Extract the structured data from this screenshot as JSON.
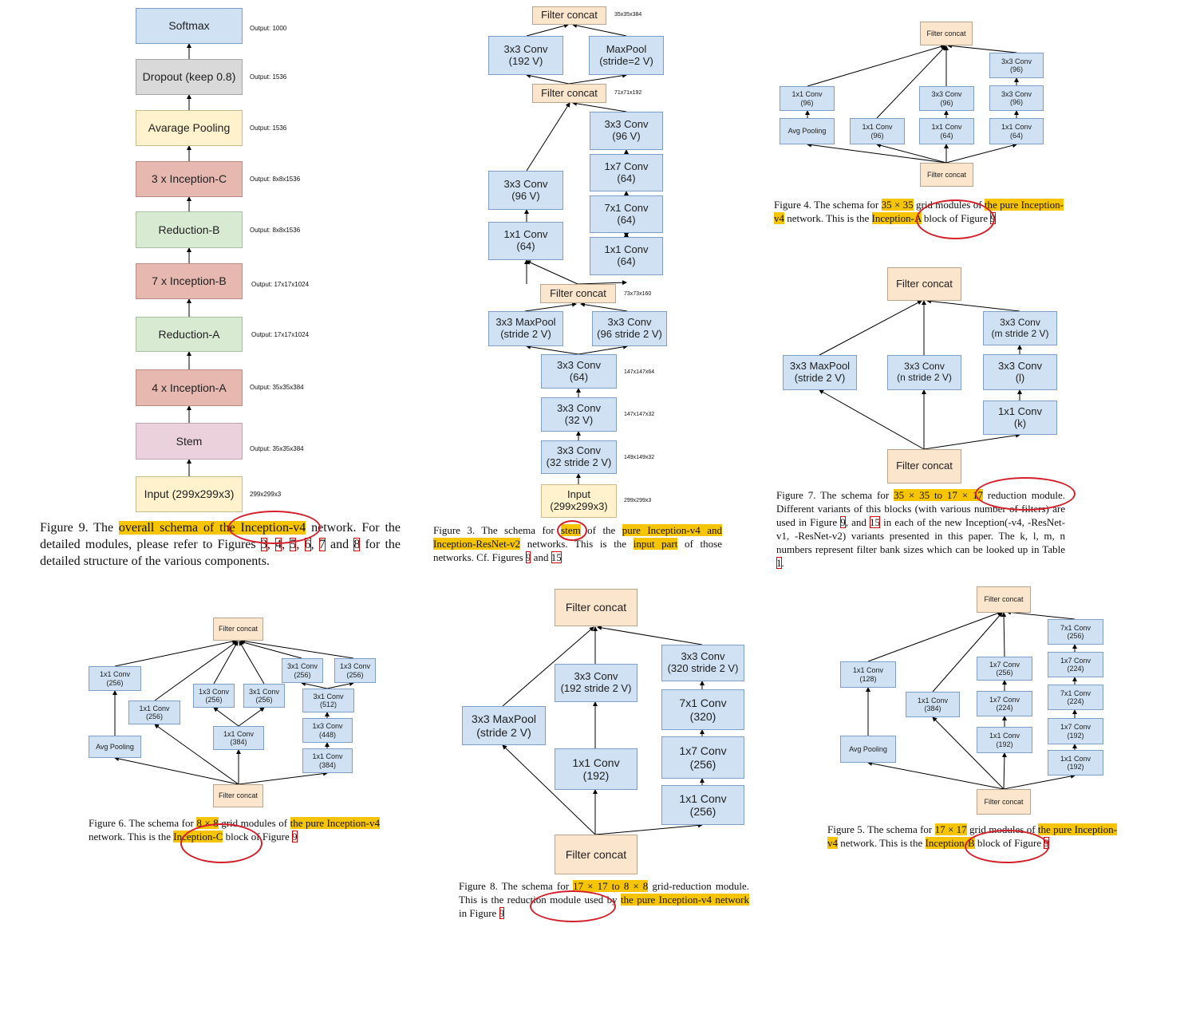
{
  "fig9": {
    "softmax": "Softmax",
    "dropout": "Dropout (keep 0.8)",
    "avgpool": "Avarage Pooling",
    "incC": "3 x Inception-C",
    "redB": "Reduction-B",
    "incB": "7 x Inception-B",
    "redA": "Reduction-A",
    "incA": "4 x Inception-A",
    "stem": "Stem",
    "input": "Input (299x299x3)",
    "out_softmax": "Output: 1000",
    "out_dropout": "Output: 1536",
    "out_avgpool": "Output: 1536",
    "out_incC": "Output: 8x8x1536",
    "out_redB": "Output: 8x8x1536",
    "out_incB": "Output: 17x17x1024",
    "out_redA": "Output: 17x17x1024",
    "out_incA": "Output: 35x35x384",
    "out_stem": "Output: 35x35x384",
    "out_input": "299x299x3",
    "caption": {
      "p1": "Figure 9. The ",
      "h1": "overall schema of the Inception-v4",
      "p2": " network. For the detailed modules, please refer to Figures ",
      "r1": "3",
      "s1": ", ",
      "r2": "4",
      "s2": ", ",
      "r3": "5",
      "s3": ", ",
      "r4": "6",
      "s4": ", ",
      "r5": "7",
      "s5": " and ",
      "r6": "8",
      "p3": " for the detailed structure of the various components."
    }
  },
  "fig3": {
    "fc_top": "Filter concat",
    "size_top": "35x35x384",
    "conv192": "3x3 Conv\n(192 V)",
    "maxpool2": "MaxPool\n(stride=2 V)",
    "fc_mid": "Filter concat",
    "size_mid": "71x71x192",
    "r_conv96": "3x3 Conv\n(96 V)",
    "r_conv1x7": "1x7 Conv\n(64)",
    "r_conv7x1": "7x1 Conv\n(64)",
    "r_conv1x1": "1x1 Conv\n(64)",
    "l_conv96": "3x3 Conv\n(96 V)",
    "l_conv1x1": "1x1 Conv\n(64)",
    "fc_low": "Filter concat",
    "size_low": "73x73x160",
    "maxpool_s2": "3x3 MaxPool\n(stride 2 V)",
    "conv96s2": "3x3 Conv\n(96 stride 2 V)",
    "conv64": "3x3 Conv\n(64)",
    "size_64": "147x147x64",
    "conv32": "3x3 Conv\n(32 V)",
    "size_32": "147x147x32",
    "conv32s2": "3x3 Conv\n(32 stride 2 V)",
    "size_32s2": "149x149x32",
    "input": "Input\n(299x299x3)",
    "size_input": "299x299x3",
    "caption": {
      "p1": "Figure 3. The schema for ",
      "h1": "stem",
      "p2": " of the ",
      "h2": "pure Inception-v4 and Inception-ResNet-v2",
      "p3": " networks. This is the ",
      "h3": "input part",
      "p4": " of those networks. Cf. Figures ",
      "r1": "9",
      "p5": " and ",
      "r2": "15"
    }
  },
  "fig4": {
    "fc_top": "Filter concat",
    "conv1x1_96": "1x1 Conv\n(96)",
    "avgpool": "Avg Pooling",
    "conv1x1_96b": "1x1 Conv\n(96)",
    "conv3x3_96a": "3x3 Conv\n(96)",
    "conv1x1_64a": "1x1 Conv\n(64)",
    "conv3x3_96b": "3x3 Conv\n(96)",
    "conv3x3_96c": "3x3 Conv\n(96)",
    "conv1x1_64b": "1x1 Conv\n(64)",
    "fc_bottom": "Filter concat",
    "caption": {
      "p1": "Figure 4. The schema for ",
      "h1": "35 × 35",
      "p2": " grid modules of ",
      "h2": "the pure Inception-v4",
      "p3": " network. This is the ",
      "h3": "Inception-A",
      "p4": " block of Figure ",
      "r1": "9"
    }
  },
  "fig7": {
    "fc_top": "Filter concat",
    "maxpool": "3x3 MaxPool\n(stride 2 V)",
    "conv_n": "3x3 Conv\n(n stride 2 V)",
    "conv_m": "3x3 Conv\n(m stride 2 V)",
    "conv_l": "3x3 Conv\n(l)",
    "conv_k": "1x1 Conv\n(k)",
    "fc_bottom": "Filter concat",
    "caption": {
      "p1": "Figure 7. The schema for ",
      "h1": "35 × 35 to 17 × 17",
      "p2": " reduction module. Different variants of this blocks (with various number of filters) are used in Figure ",
      "r1": "9",
      "p3": ", and ",
      "r2": "15",
      "p4": " in each of the new Inception(-v4, -ResNet-v1, -ResNet-v2) variants presented in this paper. The k, l, m, n numbers represent filter bank sizes which can be looked up in Table ",
      "r3": "1",
      "p5": "."
    }
  },
  "fig6": {
    "fc_top": "Filter concat",
    "conv1x1_256a": "1x1 Conv\n(256)",
    "conv1x1_256b": "1x1 Conv\n(256)",
    "conv1x3_256": "1x3 Conv\n(256)",
    "conv3x1_256": "3x1 Conv\n(256)",
    "conv1x1_384a": "1x1 Conv\n(384)",
    "conv3x1_256b": "3x1 Conv\n(256)",
    "conv1x3_256b": "1x3 Conv\n(256)",
    "conv3x1_512": "3x1 Conv\n(512)",
    "conv1x3_448": "1x3 Conv\n(448)",
    "conv1x1_384b": "1x1 Conv\n(384)",
    "avgpool": "Avg Pooling",
    "fc_bottom": "Filter concat",
    "caption": {
      "p1": "Figure 6. The schema for ",
      "h1": "8 × 8",
      "p2": " grid modules of ",
      "h2": "the pure Inception-v4",
      "p3": " network. This is the ",
      "h3": "Inception-C",
      "p4": " block of Figure ",
      "r1": "9"
    }
  },
  "fig8": {
    "fc_top": "Filter concat",
    "maxpool": "3x3 MaxPool\n(stride 2 V)",
    "conv192s2": "3x3 Conv\n(192 stride 2 V)",
    "conv1x1_192": "1x1 Conv\n(192)",
    "conv320s2": "3x3 Conv\n(320 stride 2 V)",
    "conv7x1_320": "7x1 Conv\n(320)",
    "conv1x7_256": "1x7 Conv\n(256)",
    "conv1x1_256": "1x1 Conv\n(256)",
    "fc_bottom": "Filter concat",
    "caption": {
      "p1": "Figure 8. The schema for ",
      "h1": "17 × 17 to 8 × 8",
      "p2": " grid-reduction module. This is the reduction module used by ",
      "h2": "the pure Inception-v4 network",
      "p3": " in Figure ",
      "r1": "9"
    }
  },
  "fig5": {
    "fc_top": "Filter concat",
    "conv1x1_128": "1x1 Conv\n(128)",
    "avgpool": "Avg Pooling",
    "conv1x1_384": "1x1 Conv\n(384)",
    "conv1x7_256": "1x7 Conv\n(256)",
    "conv1x7_224": "1x7 Conv\n(224)",
    "conv1x1_192a": "1x1 Conv\n(192)",
    "conv7x1_256": "7x1 Conv\n(256)",
    "conv1x7_224b": "1x7 Conv\n(224)",
    "conv7x1_224": "7x1 Conv\n(224)",
    "conv1x7_192": "1x7 Conv\n(192)",
    "conv1x1_192b": "1x1 Conv\n(192)",
    "fc_bottom": "Filter concat",
    "caption": {
      "p1": "Figure 5. The schema for ",
      "h1": "17 × 17",
      "p2": " grid modules of ",
      "h2": "the pure Inception-v4",
      "p3": " network. This is the ",
      "h3": "Inception-B",
      "p4": " block of Figure ",
      "r1": "9"
    }
  },
  "colors": {
    "blue": "#cfe1f3",
    "orange": "#fce5cd",
    "highlight": "#f7c400",
    "annotation": "#d4202a"
  }
}
